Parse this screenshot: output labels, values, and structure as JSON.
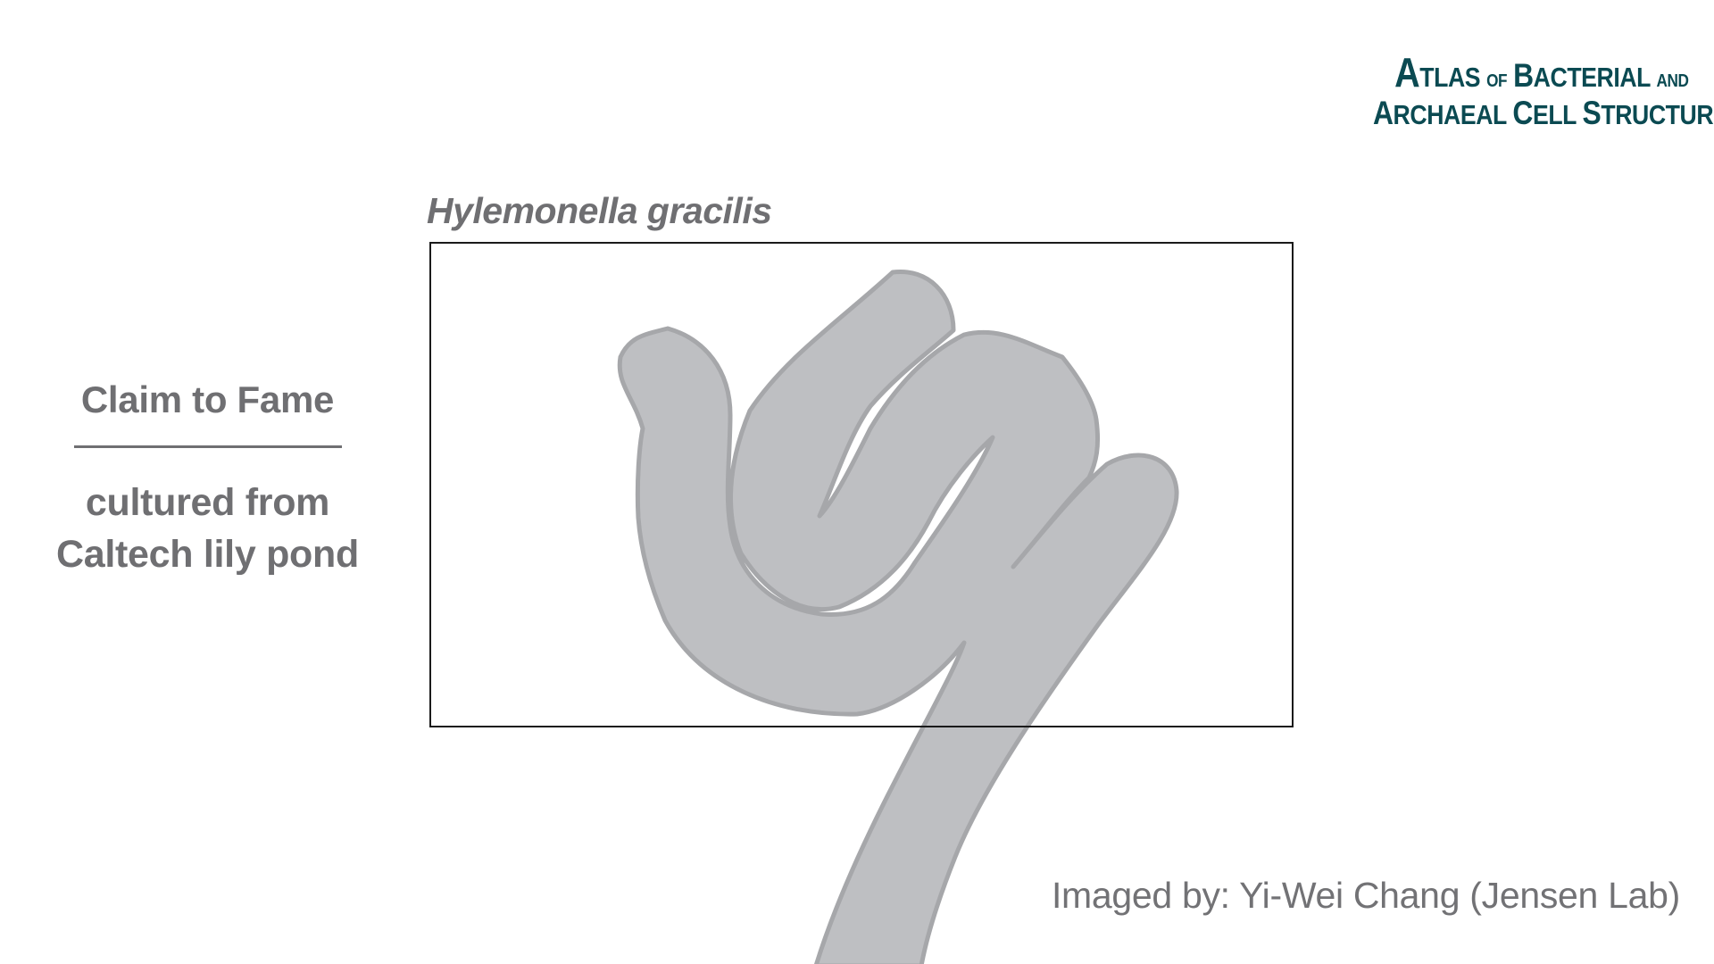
{
  "logo": {
    "line1": {
      "initial": "A",
      "word1": "TLAS",
      "of": "OF",
      "initial2": "B",
      "word2": "ACTERIAL",
      "and": "AND"
    },
    "line2": {
      "initial": "A",
      "word1": "RCHAEAL",
      "initial2": "C",
      "word2": "ELL",
      "initial3": "S",
      "word3": "TRUCTURE"
    }
  },
  "species_name": "Hylemonella gracilis",
  "claim": {
    "heading": "Claim to Fame",
    "line1": "cultured from",
    "line2": "Caltech lily pond"
  },
  "credit": "Imaged by: Yi-Wei Chang (Jensen Lab)",
  "colors": {
    "cell_fill": "#bebfc2",
    "cell_outline": "#a6a7aa",
    "text_gray": "#6f6f72",
    "logo_teal": "#0b4a52",
    "frame": "#1a1a1a"
  }
}
